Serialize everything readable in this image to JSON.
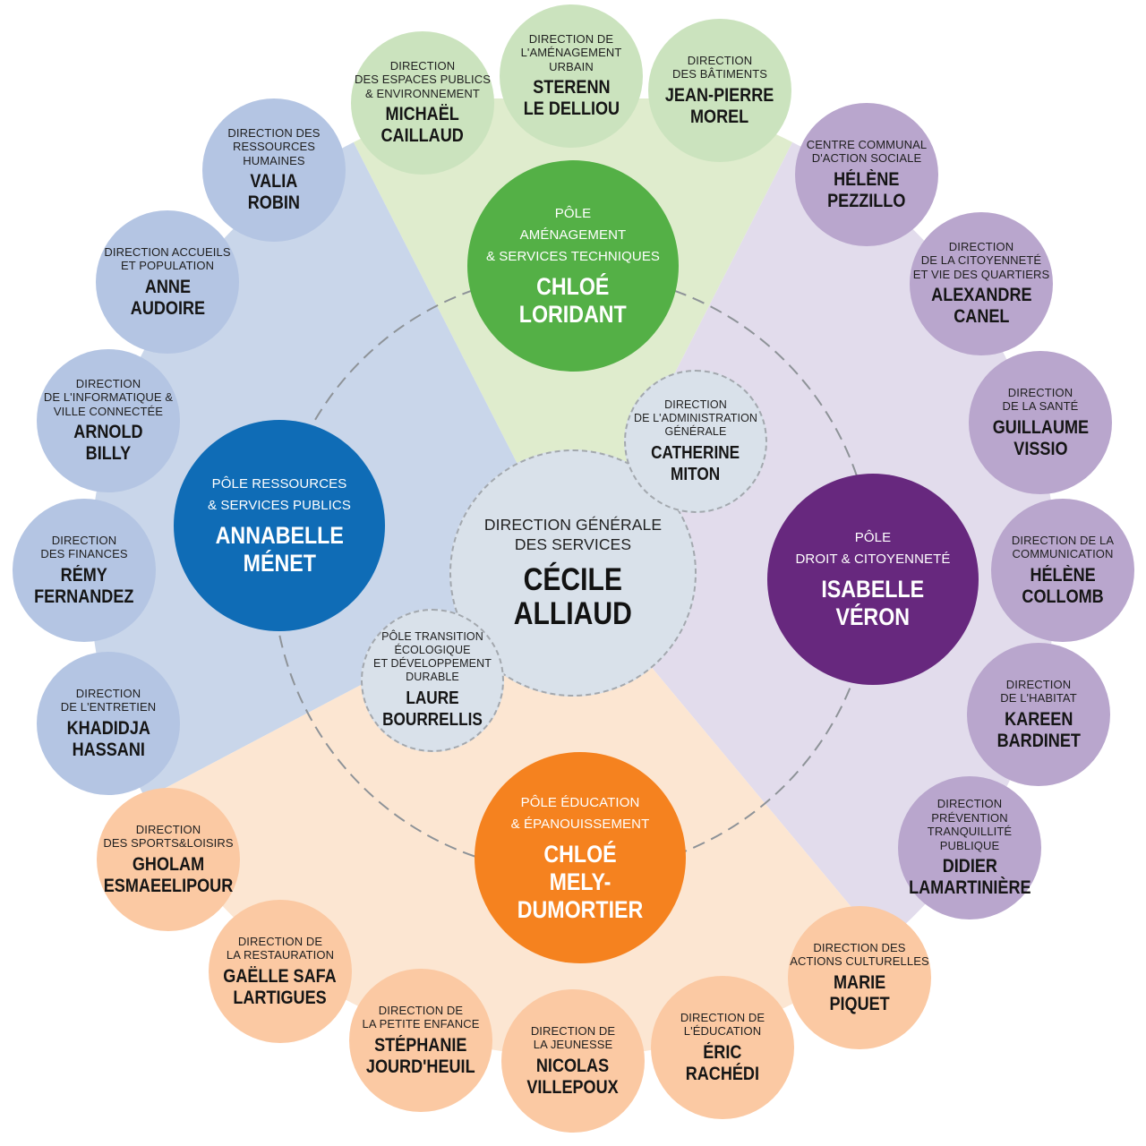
{
  "colors": {
    "sector_blue": "#c9d6ea",
    "sector_green": "#dfeccd",
    "sector_purple": "#e2dcec",
    "sector_orange": "#fce6d2",
    "dashed_ring": "#8e9398"
  },
  "center": {
    "role": "DIRECTION GÉNÉRALE\nDES SERVICES",
    "name": "CÉCILE\nALLIAUD",
    "color": "#d9e1ea"
  },
  "satellites": [
    {
      "id": "administration",
      "role": "DIRECTION\nDE L'ADMINISTRATION\nGÉNÉRALE",
      "name": "CATHERINE\nMITON"
    },
    {
      "id": "transition",
      "role": "PÔLE TRANSITION\nÉCOLOGIQUE\nET DÉVELOPPEMENT\nDURABLE",
      "name": "LAURE\nBOURRELLIS"
    }
  ],
  "poles": [
    {
      "id": "amenagement",
      "role": "PÔLE\nAMÉNAGEMENT\n& SERVICES TECHNIQUES",
      "name": "CHLOÉ\nLORIDANT",
      "color": "#54b046"
    },
    {
      "id": "ressources",
      "role": "PÔLE RESSOURCES\n& SERVICES PUBLICS",
      "name": "ANNABELLE\nMÉNET",
      "color": "#0f6cb6"
    },
    {
      "id": "droit",
      "role": "PÔLE\nDROIT & CITOYENNETÉ",
      "name": "ISABELLE\nVÉRON",
      "color": "#67287e"
    },
    {
      "id": "education",
      "role": "PÔLE ÉDUCATION\n& ÉPANOUISSEMENT",
      "name": "CHLOÉ\nMELY-DUMORTIER",
      "color": "#f5821f"
    }
  ],
  "directions": [
    {
      "id": "espaces-publics",
      "group": "green",
      "color": "#cbe3be",
      "role": "DIRECTION\nDES ESPACES PUBLICS\n& ENVIRONNEMENT",
      "name": "MICHAËL\nCAILLAUD"
    },
    {
      "id": "amenagement-urbain",
      "group": "green",
      "color": "#cbe3be",
      "role": "DIRECTION DE\nL'AMÉNAGEMENT\nURBAIN",
      "name": "STERENN\nLE DELLIOU"
    },
    {
      "id": "batiments",
      "group": "green",
      "color": "#cbe3be",
      "role": "DIRECTION\nDES BÂTIMENTS",
      "name": "JEAN-PIERRE\nMOREL"
    },
    {
      "id": "ccas",
      "group": "purple",
      "color": "#b9a6cd",
      "role": "CENTRE COMMUNAL\nD'ACTION SOCIALE",
      "name": "HÉLÈNE\nPEZZILLO"
    },
    {
      "id": "citoyennete",
      "group": "purple",
      "color": "#b9a6cd",
      "role": "DIRECTION\nDE LA CITOYENNETÉ\nET VIE DES QUARTIERS",
      "name": "ALEXANDRE\nCANEL"
    },
    {
      "id": "sante",
      "group": "purple",
      "color": "#b9a6cd",
      "role": "DIRECTION\nDE LA SANTÉ",
      "name": "GUILLAUME\nVISSIO"
    },
    {
      "id": "communication",
      "group": "purple",
      "color": "#b9a6cd",
      "role": "DIRECTION DE LA\nCOMMUNICATION",
      "name": "HÉLÈNE\nCOLLOMB"
    },
    {
      "id": "habitat",
      "group": "purple",
      "color": "#b9a6cd",
      "role": "DIRECTION\nDE L'HABITAT",
      "name": "KAREEN\nBARDINET"
    },
    {
      "id": "prevention",
      "group": "purple",
      "color": "#b9a6cd",
      "role": "DIRECTION\nPRÉVENTION\nTRANQUILLITÉ\nPUBLIQUE",
      "name": "DIDIER\nLAMARTINIÈRE"
    },
    {
      "id": "actions-culturelles",
      "group": "orange",
      "color": "#fbc9a3",
      "role": "DIRECTION DES\nACTIONS CULTURELLES",
      "name": "MARIE\nPIQUET"
    },
    {
      "id": "education",
      "group": "orange",
      "color": "#fbc9a3",
      "role": "DIRECTION DE\nL'ÉDUCATION",
      "name": "ÉRIC\nRACHÉDI"
    },
    {
      "id": "jeunesse",
      "group": "orange",
      "color": "#fbc9a3",
      "role": "DIRECTION DE\nLA JEUNESSE",
      "name": "NICOLAS\nVILLEPOUX"
    },
    {
      "id": "petite-enfance",
      "group": "orange",
      "color": "#fbc9a3",
      "role": "DIRECTION DE\nLA PETITE ENFANCE",
      "name": "STÉPHANIE\nJOURD'HEUIL"
    },
    {
      "id": "restauration",
      "group": "orange",
      "color": "#fbc9a3",
      "role": "DIRECTION DE\nLA RESTAURATION",
      "name": "GAËLLE SAFA\nLARTIGUES"
    },
    {
      "id": "sports-loisirs",
      "group": "orange",
      "color": "#fbc9a3",
      "role": "DIRECTION\nDES SPORTS&LOISIRS",
      "name": "GHOLAM\nESMAEELIPOUR"
    },
    {
      "id": "entretien",
      "group": "blue",
      "color": "#b4c5e3",
      "role": "DIRECTION\nDE L'ENTRETIEN",
      "name": "KHADIDJA\nHASSANI"
    },
    {
      "id": "finances",
      "group": "blue",
      "color": "#b4c5e3",
      "role": "DIRECTION\nDES FINANCES",
      "name": "RÉMY\nFERNANDEZ"
    },
    {
      "id": "informatique",
      "group": "blue",
      "color": "#b4c5e3",
      "role": "DIRECTION\nDE L'INFORMATIQUE &\nVILLE CONNECTÉE",
      "name": "ARNOLD\nBILLY"
    },
    {
      "id": "accueils",
      "group": "blue",
      "color": "#b4c5e3",
      "role": "DIRECTION ACCUEILS\nET POPULATION",
      "name": "ANNE\nAUDOIRE"
    },
    {
      "id": "ressources-humaines",
      "group": "blue",
      "color": "#b4c5e3",
      "role": "DIRECTION DES\nRESSOURCES HUMAINES",
      "name": "VALIA\nROBIN"
    }
  ]
}
